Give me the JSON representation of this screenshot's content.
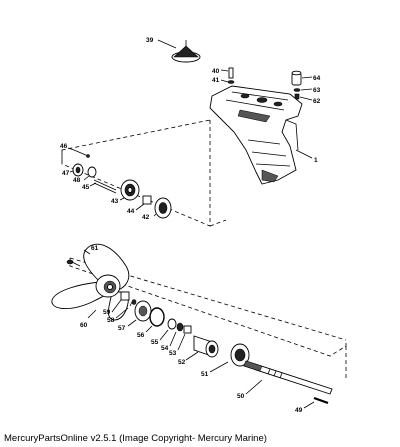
{
  "diagram": {
    "callouts": {
      "c1": "1",
      "c39": "39",
      "c40": "40",
      "c41": "41",
      "c42": "42",
      "c43": "43",
      "c44": "44",
      "c45": "45",
      "c46": "46",
      "c47": "47",
      "c48": "48",
      "c49": "49",
      "c50": "50",
      "c51": "51",
      "c52": "52",
      "c53": "53",
      "c54": "54",
      "c55": "55",
      "c56": "56",
      "c57": "57",
      "c58": "58",
      "c59": "59",
      "c60": "60",
      "c61": "61",
      "c62": "62",
      "c63": "63",
      "c64": "64"
    }
  },
  "footer": {
    "caption": "MercuryPartsOnline v2.5.1 (Image Copyright- Mercury Marine)"
  }
}
